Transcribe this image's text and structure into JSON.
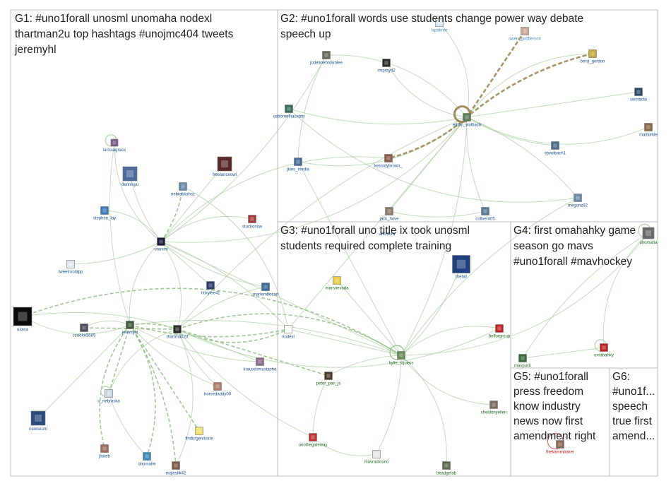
{
  "groups": [
    {
      "id": "G1",
      "title_lines": [
        "G1: #uno1forall unosml unomaha nodexl",
        "thartman2u top hashtags #unojmc404 tweets",
        "jeremyhl"
      ]
    },
    {
      "id": "G2",
      "title_lines": [
        "G2: #uno1forall words use students change power way debate",
        "speech up"
      ]
    },
    {
      "id": "G3",
      "title_lines": [
        "G3: #uno1forall uno title ix took unosml",
        "students required complete training"
      ]
    },
    {
      "id": "G4",
      "title_lines": [
        "G4: first omahahky game",
        "season go mavs",
        "#uno1forall #mavhockey"
      ]
    },
    {
      "id": "G5",
      "title_lines": [
        "G5: #uno1forall",
        "press freedom",
        "know industry",
        "news now first",
        "amendment right"
      ]
    },
    {
      "id": "G6",
      "title_lines": [
        "G6:",
        "#uno1f...",
        "speech",
        "true first",
        "amend..."
      ]
    }
  ],
  "nodes": [
    {
      "id": "larissagrace",
      "label": "larissagrace",
      "color": "blue",
      "avatar": "#7a5a8a"
    },
    {
      "id": "dennisyu",
      "label": "dennisyu",
      "color": "blue",
      "avatar": "#4a6a9a"
    },
    {
      "id": "freelanceowl",
      "label": "freelanceowl",
      "color": "blue",
      "avatar": "#5a2a2a"
    },
    {
      "id": "nebraskahcc",
      "label": "nebraskahcc",
      "color": "blue",
      "avatar": "#6a8aaa"
    },
    {
      "id": "stephen_lay",
      "label": "stephen_lay",
      "color": "blue",
      "avatar": "#3a7ab8"
    },
    {
      "id": "stuckonsw",
      "label": "stuckonsw",
      "color": "blue",
      "avatar": "#a03a3a"
    },
    {
      "id": "unosml",
      "label": "unosml",
      "color": "blue",
      "avatar": "#1a1a3a"
    },
    {
      "id": "tweetrootapp",
      "label": "tweetrootapp",
      "color": "blue",
      "avatar": "#e0e8f0"
    },
    {
      "id": "rickylee41",
      "label": "rickylee41",
      "color": "blue",
      "avatar": "#2a3a6a"
    },
    {
      "id": "marlembocari",
      "label": "marlembocari",
      "color": "blue",
      "avatar": "#3a6a9a"
    },
    {
      "id": "uiowa",
      "label": "uiowa",
      "color": "blue",
      "avatar": "#0a0a0a"
    },
    {
      "id": "ccooke5685",
      "label": "ccooke5685",
      "color": "blue",
      "avatar": "#4a4a5a"
    },
    {
      "id": "jeremyhl",
      "label": "jeremyhl",
      "color": "blue",
      "avatar": "#3a5a3a"
    },
    {
      "id": "thartman2u",
      "label": "thartman2u",
      "color": "blue",
      "avatar": "#2a2a2a"
    },
    {
      "id": "nodexl",
      "label": "nodexl",
      "color": "blue",
      "avatar": "#ffffff"
    },
    {
      "id": "krausesmustache",
      "label": "krausesmustache",
      "color": "blue",
      "avatar": "#8a6a8a"
    },
    {
      "id": "u_nebraska",
      "label": "u_nebraska",
      "color": "blue",
      "avatar": "#d0d8e8"
    },
    {
      "id": "horsedaddy00",
      "label": "horsedaddy00",
      "color": "blue",
      "avatar": "#b07a6a"
    },
    {
      "id": "newseum",
      "label": "newseum",
      "color": "blue",
      "avatar": "#2a4a7a"
    },
    {
      "id": "findurgeniusne",
      "label": "findurgeniusne",
      "color": "blue",
      "avatar": "#f0e070"
    },
    {
      "id": "jlsneb",
      "label": "jlsneb",
      "color": "blue",
      "avatar": "#a06a5a"
    },
    {
      "id": "obomahe",
      "label": "obomahe",
      "color": "blue",
      "avatar": "#3a8ab8"
    },
    {
      "id": "majestik42",
      "label": "majestik42",
      "color": "blue",
      "avatar": "#7a5a4a"
    },
    {
      "id": "lapalmer",
      "label": "lapalmer",
      "color": "lblue",
      "avatar": "#d8e8f4"
    },
    {
      "id": "owen_godberson",
      "label": "owen_godberson",
      "color": "lblue",
      "avatar": "#c8a898"
    },
    {
      "id": "jodeanebrownlee",
      "label": "jodeanebrownlee",
      "color": "blue",
      "avatar": "#6a6a5a"
    },
    {
      "id": "rmpray42",
      "label": "rmpray42",
      "color": "blue",
      "avatar": "#2a2a2a"
    },
    {
      "id": "benji_gordon",
      "label": "benji_gordon",
      "color": "blue",
      "avatar": "#c8a83a"
    },
    {
      "id": "osbornelhacebtn",
      "label": "osbornelhacebtn",
      "color": "blue",
      "avatar": "#3a6a5a"
    },
    {
      "id": "ethan_wolbach",
      "label": "ethan_wolbach",
      "color": "blue",
      "avatar": "#5a7a5a"
    },
    {
      "id": "sworadio",
      "label": "sworadio",
      "color": "blue",
      "avatar": "#2a4a6a"
    },
    {
      "id": "ejwolbach1",
      "label": "ejwolbach1",
      "color": "blue",
      "avatar": "#4a6a8a"
    },
    {
      "id": "mattkirkle",
      "label": "mattkirkle",
      "color": "blue",
      "avatar": "#8a6a4a"
    },
    {
      "id": "jkies_media",
      "label": "jkies_media",
      "color": "blue",
      "avatar": "#4a6a9a"
    },
    {
      "id": "kessidybrown_",
      "label": "kessidybrown_",
      "color": "blue",
      "avatar": "#8a5a4a"
    },
    {
      "id": "megonz92",
      "label": "megonz92",
      "color": "blue",
      "avatar": "#6a8aaa"
    },
    {
      "id": "jack_hove",
      "label": "jack_hove",
      "color": "blue",
      "avatar": "#8a7a6a"
    },
    {
      "id": "collver405",
      "label": "collver405",
      "color": "blue",
      "avatar": "#5a7a9a"
    },
    {
      "id": "aitchkira",
      "label": "aitchkira",
      "color": "blue",
      "avatar": "#b0b8c8"
    },
    {
      "id": "marsnevada",
      "label": "marsnevada",
      "color": "green",
      "avatar": "#e8d040"
    },
    {
      "id": "thehill",
      "label": "thehill",
      "color": "blue",
      "avatar": "#1f3f7f"
    },
    {
      "id": "kylie_squiers",
      "label": "kylie_squiers",
      "color": "green",
      "avatar": "#6a8a5a"
    },
    {
      "id": "peter_pan_js",
      "label": "peter_pan_js",
      "color": "green",
      "avatar": "#4a3a2a"
    },
    {
      "id": "sheldonyellen",
      "label": "sheldonyellen",
      "color": "green",
      "avatar": "#7a6a5a"
    },
    {
      "id": "unothegateway",
      "label": "unothegateway",
      "color": "green",
      "avatar": "#c03030"
    },
    {
      "id": "mavradiouno",
      "label": "mavradiouno",
      "color": "green",
      "avatar": "#e8e8e8"
    },
    {
      "id": "beadgelab",
      "label": "beadgelab",
      "color": "green",
      "avatar": "#5a6a4a"
    },
    {
      "id": "belforgroup",
      "label": "belforgroup",
      "color": "green",
      "avatar": "#c02020"
    },
    {
      "id": "unomaha",
      "label": "unomaha",
      "color": "green",
      "avatar": "#6a6a6a"
    },
    {
      "id": "mavpuck",
      "label": "mavpuck",
      "color": "green",
      "avatar": "#3a6a3a"
    },
    {
      "id": "omahahky",
      "label": "omahahky",
      "color": "green",
      "avatar": "#c02020"
    },
    {
      "id": "thekamrnbaker",
      "label": "thekamrnbaker",
      "color": "red",
      "avatar": "#8a6a5a"
    }
  ],
  "colors": {
    "blue_label": "#1a4f95",
    "green_label": "#1f6a1f",
    "red_label": "#c41c1c",
    "edge_green": "#aed2a6",
    "edge_brown": "#9f8a5a",
    "box_border": "#bdbdbd"
  }
}
